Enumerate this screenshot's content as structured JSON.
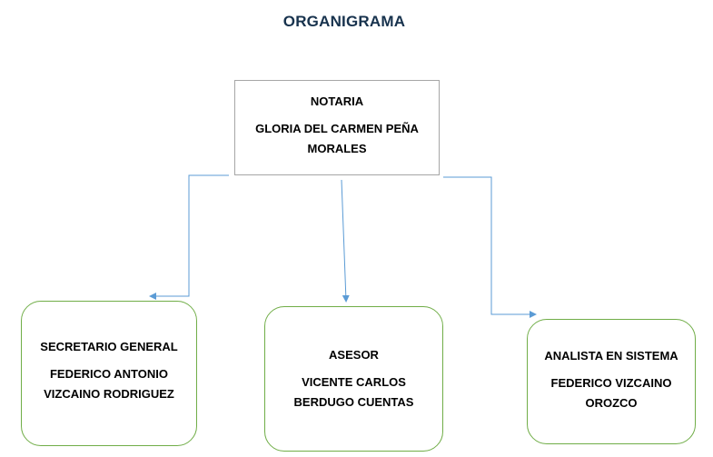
{
  "title": "ORGANIGRAMA",
  "colors": {
    "title": "#17324d",
    "connector": "#5b9bd5",
    "top_border": "#a6a6a6",
    "child_border": "#70ad47"
  },
  "nodes": {
    "top": {
      "role": "NOTARIA",
      "name_line1": "GLORIA DEL CARMEN PEÑA",
      "name_line2": "MORALES"
    },
    "left": {
      "role": "SECRETARIO GENERAL",
      "name_line1": "FEDERICO ANTONIO",
      "name_line2": "VIZCAINO RODRIGUEZ"
    },
    "middle": {
      "role": "ASESOR",
      "name_line1": "VICENTE CARLOS",
      "name_line2": "BERDUGO CUENTAS"
    },
    "right": {
      "role": "ANALISTA EN SISTEMA",
      "name_line1": "FEDERICO VIZCAINO",
      "name_line2": "OROZCO"
    }
  }
}
